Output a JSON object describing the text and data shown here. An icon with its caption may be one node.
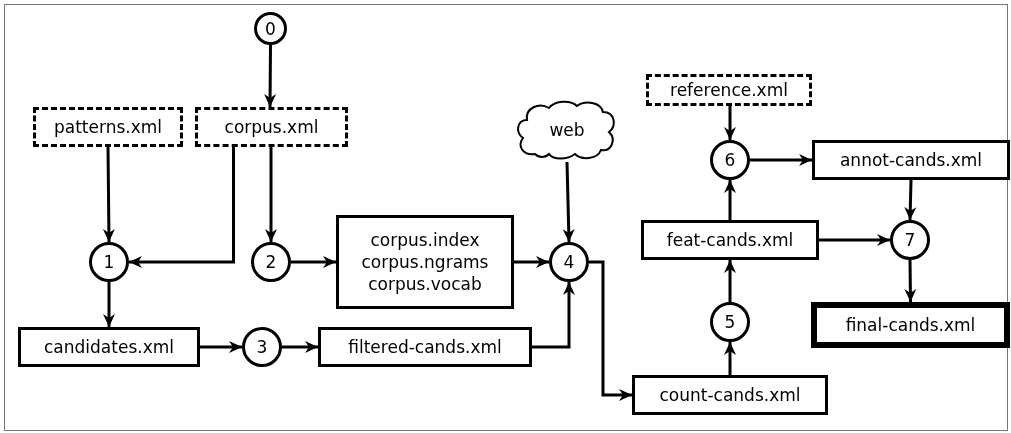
{
  "diagram": {
    "nodes": [
      {
        "text": [
          "0"
        ]
      },
      {
        "text": [
          "patterns.xml"
        ]
      },
      {
        "text": [
          "corpus.xml"
        ]
      },
      {
        "text": [
          "1"
        ]
      },
      {
        "text": [
          "2"
        ]
      },
      {
        "text": [
          "corpus.index",
          "corpus.ngrams",
          "corpus.vocab"
        ]
      },
      {
        "text": [
          "candidates.xml"
        ]
      },
      {
        "text": [
          "3"
        ]
      },
      {
        "text": [
          "filtered-cands.xml"
        ]
      },
      {
        "text": [
          "web"
        ]
      },
      {
        "text": [
          "4"
        ]
      },
      {
        "text": [
          "reference.xml"
        ]
      },
      {
        "text": [
          "6"
        ]
      },
      {
        "text": [
          "annot-cands.xml"
        ]
      },
      {
        "text": [
          "feat-cands.xml"
        ]
      },
      {
        "text": [
          "7"
        ]
      },
      {
        "text": [
          "5"
        ]
      },
      {
        "text": [
          "final-cands.xml"
        ]
      },
      {
        "text": [
          "count-cands.xml"
        ]
      }
    ],
    "edges": [
      {
        "from": 0,
        "to": 2,
        "arrow": "to"
      },
      {
        "from": 1,
        "to": 3,
        "arrow": "to"
      },
      {
        "from": 2,
        "to": 3,
        "arrow": "to"
      },
      {
        "from": 2,
        "to": 4,
        "arrow": "to"
      },
      {
        "from": 3,
        "to": 6,
        "arrow": "to"
      },
      {
        "from": 4,
        "to": 5,
        "arrow": "to"
      },
      {
        "from": 6,
        "to": 7,
        "arrow": "to"
      },
      {
        "from": 7,
        "to": 8,
        "arrow": "to"
      },
      {
        "from": 5,
        "to": 10,
        "arrow": "to"
      },
      {
        "from": 8,
        "to": 10,
        "arrow": "to"
      },
      {
        "from": 9,
        "to": 10,
        "arrow": "to"
      },
      {
        "from": 10,
        "to": 18,
        "arrow": "to"
      },
      {
        "from": 18,
        "to": 16,
        "arrow": "to"
      },
      {
        "from": 16,
        "to": 14,
        "arrow": "to"
      },
      {
        "from": 14,
        "to": 12,
        "arrow": "to"
      },
      {
        "from": 11,
        "to": 12,
        "arrow": "to"
      },
      {
        "from": 12,
        "to": 13,
        "arrow": "to"
      },
      {
        "from": 13,
        "to": 15,
        "arrow": "to"
      },
      {
        "from": 14,
        "to": 15,
        "arrow": "to"
      },
      {
        "from": 15,
        "to": 17,
        "arrow": "to"
      }
    ]
  }
}
